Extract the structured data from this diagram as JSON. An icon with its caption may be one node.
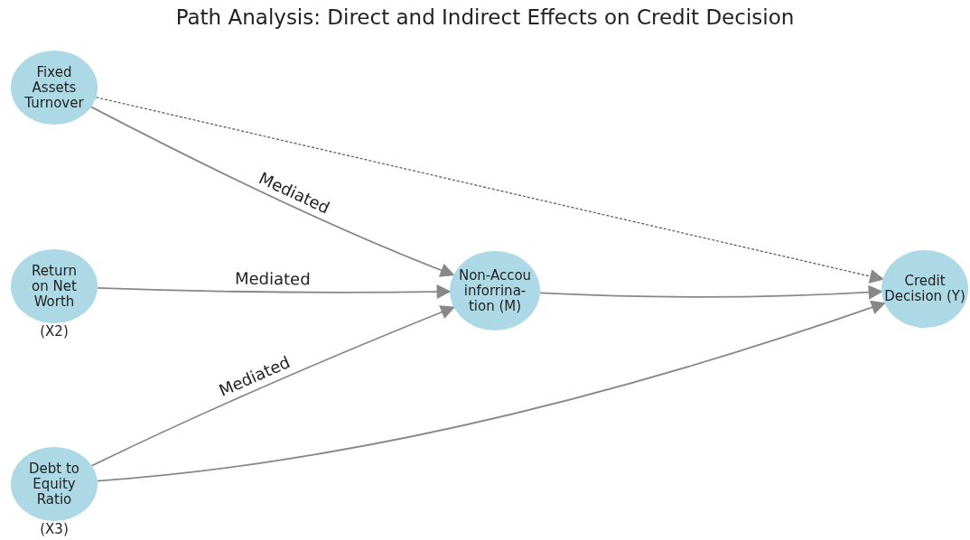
{
  "diagram": {
    "title": "Path Analysis: Direct and Indirect Effects on Credit Decision",
    "nodes": [
      {
        "text": [
          "Fixed Assets Turnover"
        ]
      },
      {
        "text": [
          "Return on Net Worth"
        ],
        "beside": [
          "(X2)"
        ]
      },
      {
        "text": [
          "Non-Accou inforrina- tion (M)"
        ]
      },
      {
        "text": [
          "Credit Decision (Y)"
        ]
      },
      {
        "text": [
          "Debt to Equity Ratio"
        ],
        "beside": [
          "(X3)"
        ]
      }
    ],
    "edges": [
      {
        "from": 0,
        "to": 2,
        "arrow": "to",
        "label": "Mediated"
      },
      {
        "from": 0,
        "to": 3,
        "arrow": "to",
        "style": "dashed"
      },
      {
        "from": 1,
        "to": 2,
        "arrow": "to",
        "label": "Mediated"
      },
      {
        "from": 4,
        "to": 2,
        "arrow": "to",
        "label": "Mediated"
      },
      {
        "from": 2,
        "to": 3,
        "arrow": "to"
      },
      {
        "from": 4,
        "to": 3,
        "arrow": "to"
      }
    ]
  }
}
